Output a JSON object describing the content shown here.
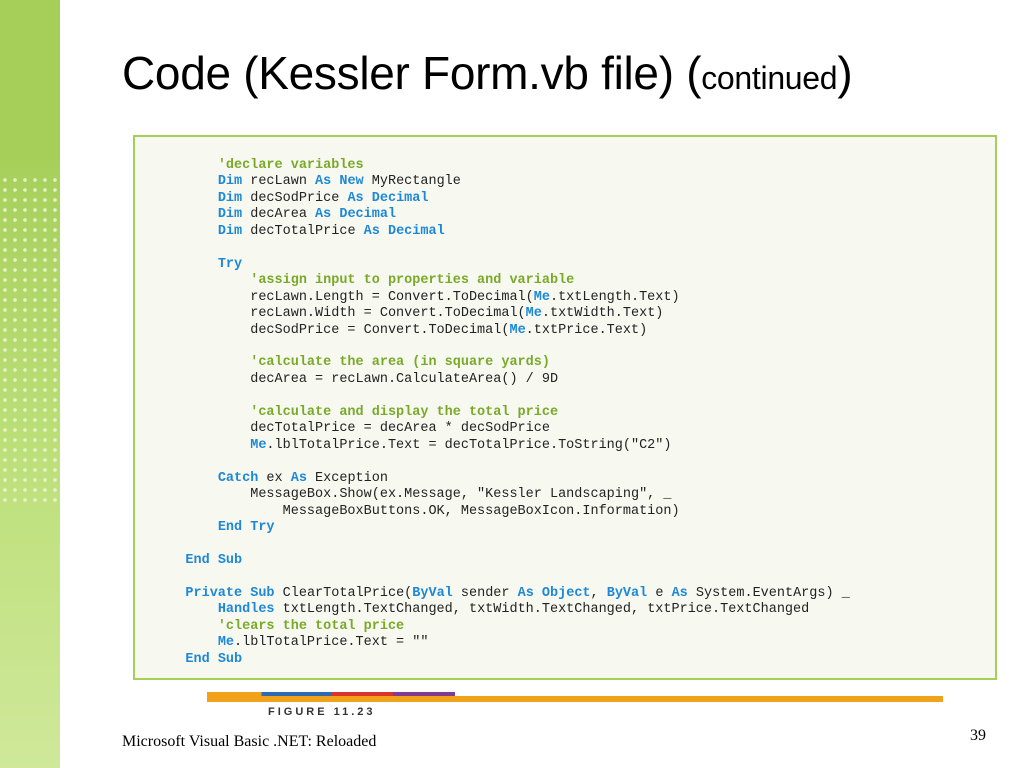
{
  "slide": {
    "title_main": "Code (Kessler Form.vb file) (",
    "title_small": "continued",
    "title_close": ")",
    "figure_label": "FIGURE 11.23",
    "footer": "Microsoft Visual Basic .NET: Reloaded",
    "page_number": "39"
  },
  "colors": {
    "sidebar": "#a6cf5a",
    "code_border": "#a6cf5a",
    "keyword": "#1e88d6",
    "comment": "#7aa92a",
    "figure_strip": "#f2a218"
  },
  "code": {
    "lines": [
      "        'declare variables",
      "        Dim recLawn As New MyRectangle",
      "        Dim decSodPrice As Decimal",
      "        Dim decArea As Decimal",
      "        Dim decTotalPrice As Decimal",
      "",
      "        Try",
      "            'assign input to properties and variable",
      "            recLawn.Length = Convert.ToDecimal(Me.txtLength.Text)",
      "            recLawn.Width = Convert.ToDecimal(Me.txtWidth.Text)",
      "            decSodPrice = Convert.ToDecimal(Me.txtPrice.Text)",
      "",
      "            'calculate the area (in square yards)",
      "            decArea = recLawn.CalculateArea() / 9D",
      "",
      "            'calculate and display the total price",
      "            decTotalPrice = decArea * decSodPrice",
      "            Me.lblTotalPrice.Text = decTotalPrice.ToString(\"C2\")",
      "",
      "        Catch ex As Exception",
      "            MessageBox.Show(ex.Message, \"Kessler Landscaping\", _",
      "                MessageBoxButtons.OK, MessageBoxIcon.Information)",
      "        End Try",
      "",
      "    End Sub",
      "",
      "    Private Sub ClearTotalPrice(ByVal sender As Object, ByVal e As System.EventArgs) _",
      "        Handles txtLength.TextChanged, txtWidth.TextChanged, txtPrice.TextChanged",
      "        'clears the total price",
      "        Me.lblTotalPrice.Text = \"\"",
      "    End Sub"
    ]
  }
}
